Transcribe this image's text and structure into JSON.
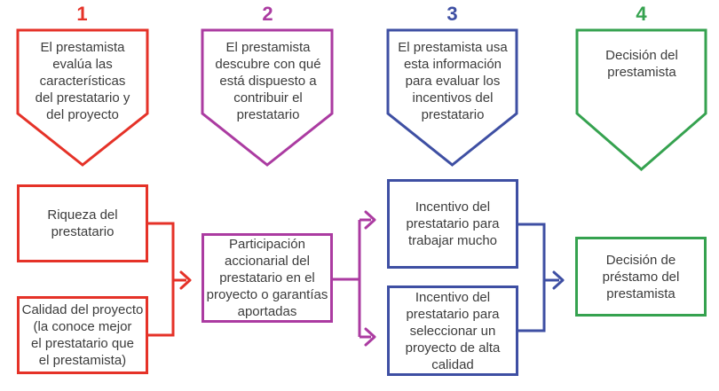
{
  "palette": {
    "red": "#e53228",
    "magenta": "#ab3ba1",
    "blue": "#3e4fa3",
    "green": "#35a24f",
    "text": "#3c3c3c",
    "background": "#ffffff"
  },
  "steps": [
    {
      "number": "1",
      "color": "#e53228",
      "label": "El prestamista\nevalúa las\ncaracterísticas\ndel prestatario y\ndel proyecto"
    },
    {
      "number": "2",
      "color": "#ab3ba1",
      "label": "El prestamista\ndescubre con qué\nestá dispuesto a\ncontribuir el\nprestatario"
    },
    {
      "number": "3",
      "color": "#3e4fa3",
      "label": "El prestamista usa\nesta información\npara evaluar los\nincentivos del\nprestatario"
    },
    {
      "number": "4",
      "color": "#35a24f",
      "label": "Decisión del\nprestamista"
    }
  ],
  "flow": {
    "inputs": [
      {
        "label": "Riqueza del\nprestatario"
      },
      {
        "label": "Calidad del proyecto\n(la conoce mejor\nel prestatario que\nel prestamista)"
      }
    ],
    "participation": {
      "label": "Participación\naccionarial del\nprestatario en el\nproyecto o garantías\naportadas"
    },
    "incentives": [
      {
        "label": "Incentivo del\nprestatario para\ntrabajar mucho"
      },
      {
        "label": "Incentivo del\nprestatario para\nseleccionar un\nproyecto de alta\ncalidad"
      }
    ],
    "decision": {
      "label": "Decisión de\npréstamo del\nprestamista"
    }
  }
}
